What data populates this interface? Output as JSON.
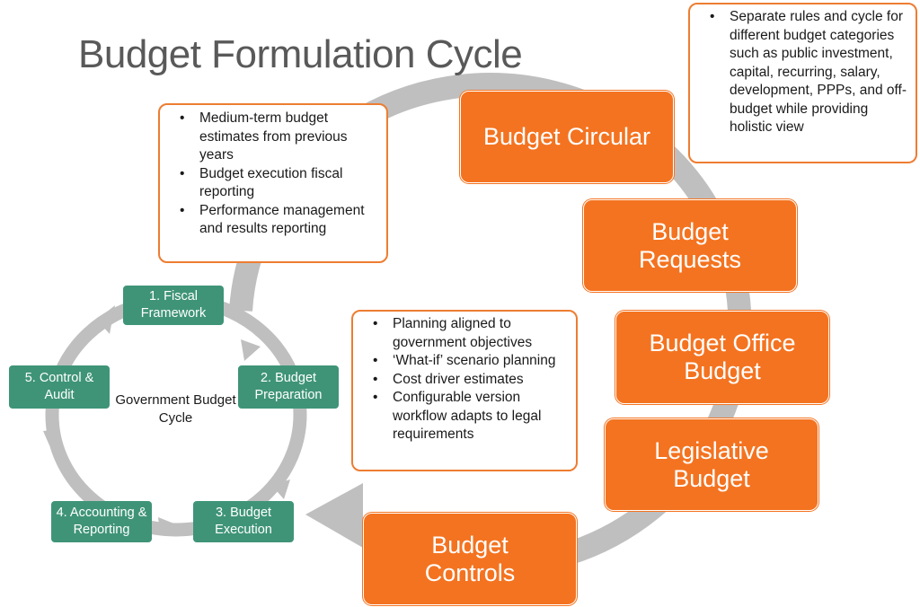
{
  "title": "Budget Formulation Cycle",
  "colors": {
    "orange": "#f47320",
    "note_border": "#ed7d31",
    "green": "#3f9478",
    "arrow": "#bfbfbf"
  },
  "main_cycle": [
    "Budget Circular",
    "Budget Requests",
    "Budget Office Budget",
    "Legislative Budget",
    "Budget Controls"
  ],
  "small_cycle": {
    "center_label": "Government Budget Cycle",
    "steps": [
      "1. Fiscal Framework",
      "2. Budget Preparation",
      "3. Budget Execution",
      "4. Accounting & Reporting",
      "5. Control & Audit"
    ]
  },
  "notes": {
    "fiscal": [
      "Medium-term budget estimates from previous years",
      "Budget execution fiscal reporting",
      "Performance management and results reporting"
    ],
    "categories": [
      "Separate rules and cycle for different budget categories such as public investment, capital, recurring, salary, development, PPPs, and off-budget while providing holistic view"
    ],
    "planning": [
      "Planning aligned to government objectives",
      "‘What-if’ scenario planning",
      "Cost driver estimates",
      "Configurable version workflow adapts to legal requirements"
    ]
  }
}
